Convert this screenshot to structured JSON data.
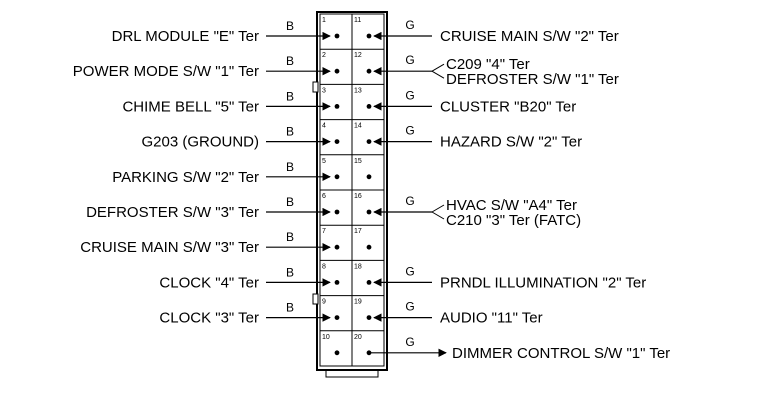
{
  "diagram": {
    "left_circuits": [
      {
        "pin": "1",
        "label": "DRL MODULE \"E\" Ter",
        "wire_color": "B"
      },
      {
        "pin": "2",
        "label": "POWER MODE S/W \"1\" Ter",
        "wire_color": "B"
      },
      {
        "pin": "3",
        "label": "CHIME BELL \"5\" Ter",
        "wire_color": "B"
      },
      {
        "pin": "4",
        "label": "G203 (GROUND)",
        "wire_color": "B"
      },
      {
        "pin": "5",
        "label": "PARKING S/W \"2\" Ter",
        "wire_color": "B"
      },
      {
        "pin": "6",
        "label": "DEFROSTER S/W \"3\" Ter",
        "wire_color": "B"
      },
      {
        "pin": "7",
        "label": "CRUISE MAIN S/W \"3\" Ter",
        "wire_color": "B"
      },
      {
        "pin": "8",
        "label": "CLOCK \"4\" Ter",
        "wire_color": "B"
      },
      {
        "pin": "9",
        "label": "CLOCK \"3\" Ter",
        "wire_color": "B"
      },
      {
        "pin": "10",
        "label": "",
        "wire_color": ""
      }
    ],
    "right_circuits": [
      {
        "pin": "11",
        "lines": [
          "CRUISE MAIN S/W \"2\" Ter"
        ],
        "wire_color": "G"
      },
      {
        "pin": "12",
        "lines": [
          "C209 \"4\" Ter",
          "DEFROSTER S/W \"1\" Ter"
        ],
        "wire_color": "G"
      },
      {
        "pin": "13",
        "lines": [
          "CLUSTER \"B20\" Ter"
        ],
        "wire_color": "G"
      },
      {
        "pin": "14",
        "lines": [
          "HAZARD S/W \"2\" Ter"
        ],
        "wire_color": "G"
      },
      {
        "pin": "15",
        "lines": [],
        "wire_color": ""
      },
      {
        "pin": "16",
        "lines": [
          "HVAC S/W \"A4\" Ter",
          "C210 \"3\" Ter (FATC)"
        ],
        "wire_color": "G"
      },
      {
        "pin": "17",
        "lines": [],
        "wire_color": ""
      },
      {
        "pin": "18",
        "lines": [
          "PRNDL ILLUMINATION \"2\" Ter"
        ],
        "wire_color": "G"
      },
      {
        "pin": "19",
        "lines": [
          "AUDIO \"11\" Ter"
        ],
        "wire_color": "G"
      },
      {
        "pin": "20",
        "lines": [
          "DIMMER CONTROL S/W \"1\" Ter"
        ],
        "wire_color": "G"
      }
    ]
  }
}
